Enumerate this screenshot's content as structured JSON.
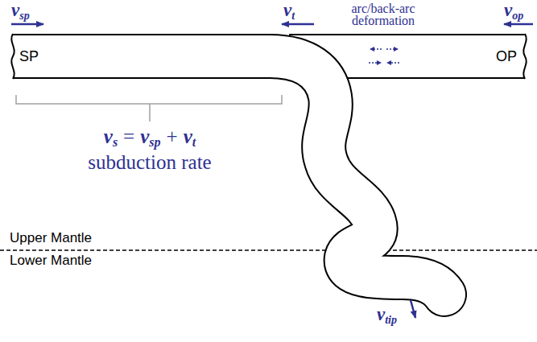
{
  "diagram": {
    "nodes": [
      {
        "text": [
          "SP"
        ]
      },
      {
        "text": [
          "OP"
        ]
      }
    ],
    "labels": [
      "v",
      "sp",
      "v",
      "t",
      "arc/back-arc deformation",
      "v",
      "op",
      "v",
      "s",
      "=",
      "v",
      "sp",
      "+",
      "v",
      "t",
      "subduction rate",
      "Upper Mantle",
      "Lower Mantle",
      "v",
      "tip"
    ]
  }
}
